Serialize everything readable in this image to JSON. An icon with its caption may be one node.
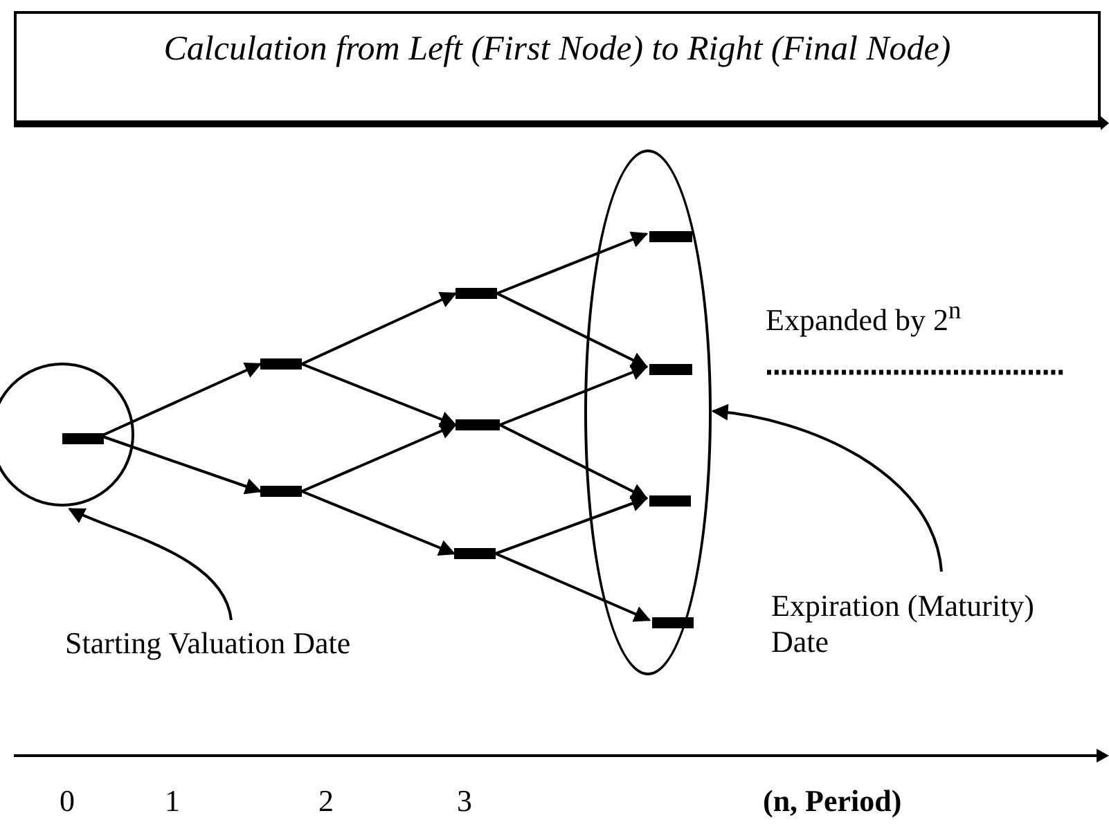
{
  "diagram": {
    "nodes": [
      {
        "text": [
          "Calculation from Left (First Node) to Right (Final Node)"
        ]
      },
      {
        "text": [],
        "shape": "circle"
      },
      {
        "text": [],
        "shape": "bar",
        "in": 1
      },
      {
        "text": [],
        "shape": "bar"
      },
      {
        "text": [],
        "shape": "bar"
      },
      {
        "text": [],
        "shape": "bar"
      },
      {
        "text": [],
        "shape": "bar"
      },
      {
        "text": [],
        "shape": "bar"
      },
      {
        "text": [],
        "shape": "ellipse"
      },
      {
        "text": [],
        "shape": "bar",
        "in": 8
      },
      {
        "text": [],
        "shape": "bar",
        "in": 8
      },
      {
        "text": [],
        "shape": "bar",
        "in": 8
      },
      {
        "text": [],
        "shape": "bar",
        "in": 8
      },
      {
        "text": [
          "Starting Valuation Date"
        ]
      },
      {
        "text": [
          "Expiration (Maturity) Date"
        ]
      }
    ],
    "edges": [
      {
        "from": 2,
        "to": 3,
        "arrow": "to"
      },
      {
        "from": 2,
        "to": 4,
        "arrow": "to"
      },
      {
        "from": 3,
        "to": 5,
        "arrow": "to"
      },
      {
        "from": 3,
        "to": 6,
        "arrow": "to"
      },
      {
        "from": 4,
        "to": 6,
        "arrow": "to"
      },
      {
        "from": 4,
        "to": 7,
        "arrow": "to"
      },
      {
        "from": 5,
        "to": 9,
        "arrow": "to"
      },
      {
        "from": 5,
        "to": 10,
        "arrow": "to"
      },
      {
        "from": 6,
        "to": 10,
        "arrow": "to"
      },
      {
        "from": 6,
        "to": 11,
        "arrow": "to"
      },
      {
        "from": 7,
        "to": 11,
        "arrow": "to"
      },
      {
        "from": 7,
        "to": 12,
        "arrow": "to"
      },
      {
        "from": 13,
        "to": 1,
        "arrow": "to"
      },
      {
        "from": 14,
        "to": 8,
        "arrow": "to"
      }
    ],
    "labels": [
      "Expanded by 2$^{n}$",
      "0",
      "1",
      "2",
      "3",
      "(n, Period)"
    ]
  }
}
